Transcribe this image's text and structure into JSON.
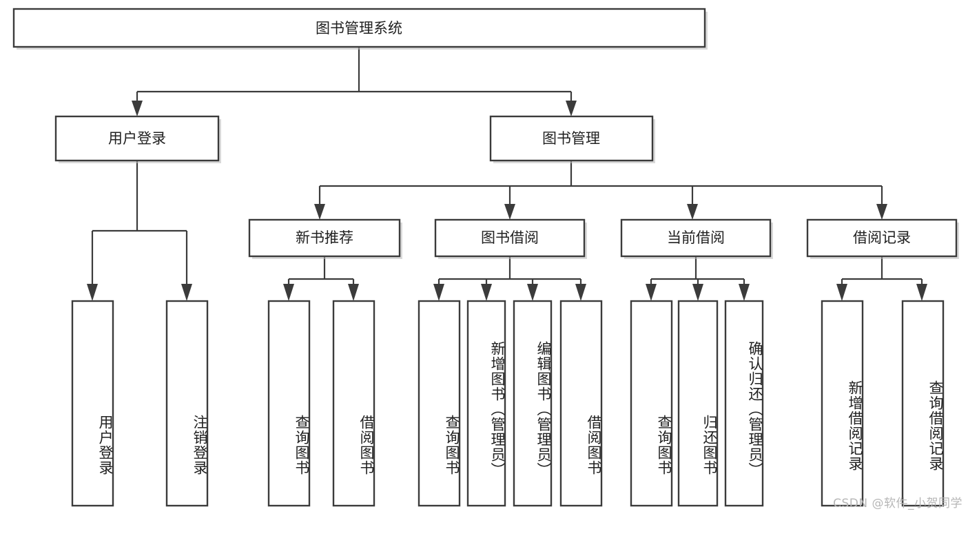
{
  "diagram": {
    "title": "图书管理系统",
    "type": "tree",
    "orientation": "top-down",
    "watermark": "CSDN @软件_小贺同学",
    "colors": {
      "background": "#ffffff",
      "stroke": "#3b3b3b",
      "node_fill": "#ffffff",
      "text": "#202020",
      "shadow": "#b9b9b9",
      "watermark": "#b6b6b6"
    },
    "levels": [
      {
        "level": 1,
        "nodes": [
          {
            "id": "root",
            "label": "图书管理系统",
            "orientation": "horizontal"
          }
        ]
      },
      {
        "level": 2,
        "nodes": [
          {
            "id": "login",
            "label": "用户登录",
            "orientation": "horizontal",
            "parent": "root"
          },
          {
            "id": "bookmgmt",
            "label": "图书管理",
            "orientation": "horizontal",
            "parent": "root"
          }
        ]
      },
      {
        "level": 3,
        "nodes": [
          {
            "id": "newbook",
            "label": "新书推荐",
            "orientation": "horizontal",
            "parent": "bookmgmt"
          },
          {
            "id": "borrow",
            "label": "图书借阅",
            "orientation": "horizontal",
            "parent": "bookmgmt"
          },
          {
            "id": "current",
            "label": "当前借阅",
            "orientation": "horizontal",
            "parent": "bookmgmt"
          },
          {
            "id": "records",
            "label": "借阅记录",
            "orientation": "horizontal",
            "parent": "bookmgmt"
          }
        ]
      },
      {
        "level": 4,
        "nodes": [
          {
            "id": "leaf-1",
            "label": "用户登录",
            "orientation": "vertical",
            "parent": "login"
          },
          {
            "id": "leaf-2",
            "label": "注销登录",
            "orientation": "vertical",
            "parent": "login"
          },
          {
            "id": "leaf-3",
            "label": "查询图书",
            "orientation": "vertical",
            "parent": "newbook"
          },
          {
            "id": "leaf-4",
            "label": "借阅图书",
            "orientation": "vertical",
            "parent": "newbook"
          },
          {
            "id": "leaf-5",
            "label": "查询图书",
            "orientation": "vertical",
            "parent": "borrow"
          },
          {
            "id": "leaf-6",
            "label": "新增图书（管理员）",
            "orientation": "vertical",
            "parent": "borrow"
          },
          {
            "id": "leaf-7",
            "label": "编辑图书（管理员）",
            "orientation": "vertical",
            "parent": "borrow"
          },
          {
            "id": "leaf-8",
            "label": "借阅图书",
            "orientation": "vertical",
            "parent": "borrow"
          },
          {
            "id": "leaf-9",
            "label": "查询图书",
            "orientation": "vertical",
            "parent": "current"
          },
          {
            "id": "leaf-10",
            "label": "归还图书",
            "orientation": "vertical",
            "parent": "current"
          },
          {
            "id": "leaf-11",
            "label": "确认归还（管理员）",
            "orientation": "vertical",
            "parent": "current"
          },
          {
            "id": "leaf-12",
            "label": "新增借阅记录",
            "orientation": "vertical",
            "parent": "records"
          },
          {
            "id": "leaf-13",
            "label": "查询借阅记录",
            "orientation": "vertical",
            "parent": "records"
          }
        ]
      }
    ]
  }
}
